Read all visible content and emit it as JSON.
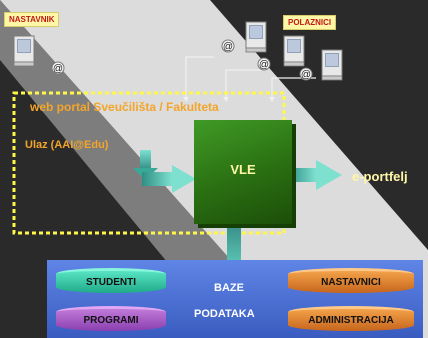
{
  "labels": {
    "nastavnik": "NASTAVNIK",
    "polaznici": "POLAZNICI",
    "portal": "web portal Sveučilišta / Fakulteta",
    "ulaz": "Ulaz (AAI@Edu)",
    "vle": "VLE",
    "eportfelj": "e-portfelj",
    "baze": "BAZE",
    "podataka": "PODATAKA"
  },
  "databases": {
    "studenti": "STUDENTI",
    "programi": "PROGRAMI",
    "nastavnici": "NASTAVNICI",
    "administracija": "ADMINISTRACIJA"
  },
  "colors": {
    "background": "#2a2a2a",
    "light_band": "#d7d7d7",
    "dashed_border": "#fff64a",
    "vle_green": "#2e7d1b",
    "arrow_teal": "#4fb7a5",
    "db_blue": "#4a6fd0",
    "text_orange": "#f2a92a",
    "text_yellow": "#fff7a8"
  },
  "icons": [
    "computer-icon",
    "email-at-icon"
  ]
}
